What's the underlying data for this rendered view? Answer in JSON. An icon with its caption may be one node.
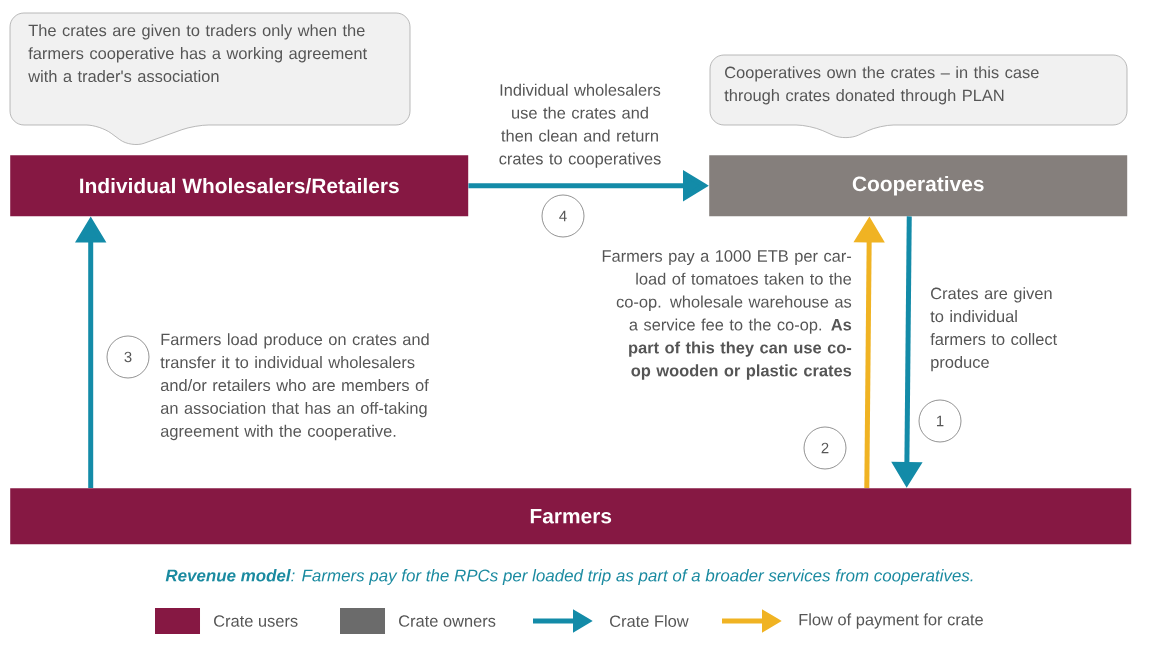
{
  "diagram": {
    "caption": "**Revenue model**: Farmers pay for the RPCs per loaded trip as part of a broader services from cooperatives.",
    "nodes": [
      {
        "text": [
          "The crates are given to traders only when the farmers cooperative has a working agreement with a trader's association"
        ]
      },
      {
        "text": [
          "Cooperatives own the crates – in this case through crates donated through PLAN"
        ]
      },
      {
        "text": [
          "4"
        ]
      },
      {
        "text": [
          "Individual Wholesalers/Retailers"
        ]
      },
      {
        "text": [
          "Cooperatives"
        ]
      },
      {
        "text": [
          "3"
        ]
      },
      {
        "text": [
          "1"
        ]
      },
      {
        "text": [
          "2"
        ]
      },
      {
        "text": [
          "Farmers"
        ]
      }
    ],
    "edges": [
      {
        "from": 8,
        "to": 3,
        "arrow": "to",
        "label": "Farmers load produce on crates and transfer it to individual wholesalers and/or retailers who are members of an association that has an off-taking agreement with the cooperative."
      },
      {
        "from": 3,
        "to": 4,
        "arrow": "to",
        "label": "Individual wholesalers use the crates and then clean and return crates to cooperatives"
      },
      {
        "from": 4,
        "to": 8,
        "arrow": "to",
        "label": "Crates are given to individual farmers to collect produce"
      },
      {
        "from": 8,
        "to": 4,
        "arrow": "to",
        "color": "#f0b323",
        "label": "Farmers pay a 1000 ETB per car-load of tomatoes taken to the co-op. wholesale warehouse as a service fee to the co-op. **As part of this they can use co-op wooden or plastic crates**"
      }
    ],
    "legend": [
      {
        "text": "Crate users",
        "color": "#861843"
      },
      {
        "text": "Crate owners",
        "color": "#6b6b6b"
      },
      {
        "text": "Crate Flow"
      },
      {
        "text": "Flow of payment for crate"
      }
    ]
  }
}
